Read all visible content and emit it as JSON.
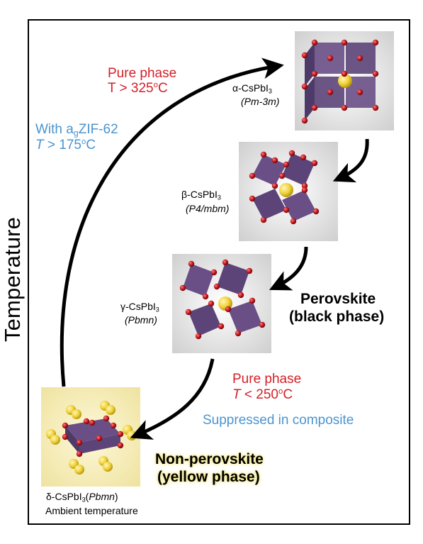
{
  "y_axis_label": "Temperature",
  "heating": {
    "pure_line1": "Pure phase",
    "pure_temp_prefix": "T > 325",
    "pure_temp_unit": "C",
    "degree": "o",
    "composite_prefix": "With a",
    "composite_sub": "g",
    "composite_suffix": "ZIF-62",
    "composite_temp_T": "T",
    "composite_temp_rest": " > 175",
    "composite_temp_unit": "C"
  },
  "cooling": {
    "pure_line1": "Pure phase",
    "pure_temp_T": "T",
    "pure_temp_rest": " < 250",
    "pure_temp_unit": "C",
    "suppressed": "Suppressed in composite"
  },
  "phases": {
    "alpha": {
      "prefix": "α-CsPbI",
      "sub": "3",
      "space_group": "Pm-3m"
    },
    "beta": {
      "prefix": "β-CsPbI",
      "sub": "3",
      "space_group": "P4/mbm"
    },
    "gamma": {
      "prefix": "γ-CsPbI",
      "sub": "3",
      "space_group": "Pbmn"
    },
    "delta": {
      "prefix": "δ-CsPbI",
      "sub": "3",
      "space_group": "Pbmn",
      "condition": "Ambient temperature"
    }
  },
  "group_labels": {
    "perovskite_line1": "Perovskite",
    "perovskite_line2": "(black phase)",
    "nonperovskite_line1": "Non-perovskite",
    "nonperovskite_line2": "(yellow phase)"
  },
  "colors": {
    "octahedron": "#6a4f86",
    "iodide": "#c0161c",
    "cesium": "#f1d23a",
    "label_red": "#d42027",
    "label_blue": "#4b94cf",
    "yellow_panel": "#f7efb0"
  }
}
